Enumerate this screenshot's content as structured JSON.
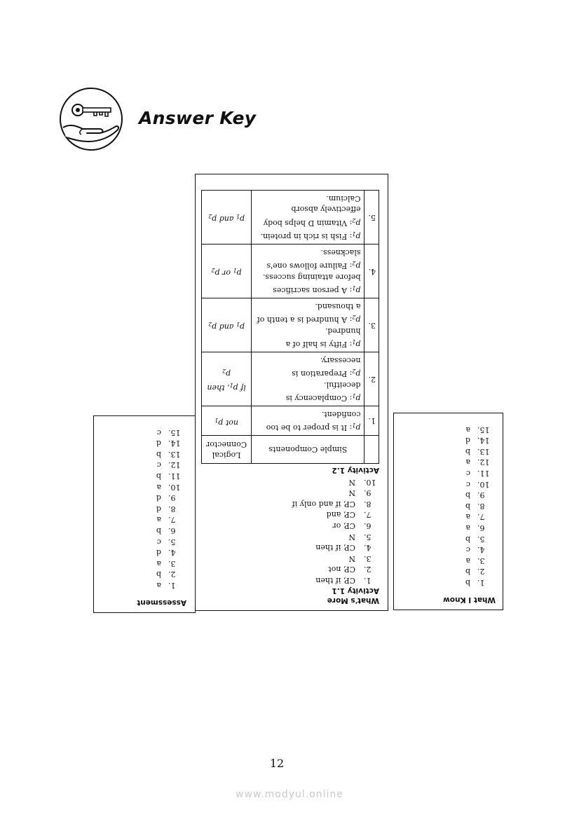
{
  "header": {
    "title": "Answer Key",
    "logo_icon": "key-in-hand-icon"
  },
  "page_number": "12",
  "footer": "www.modyul.online",
  "what_i_know": {
    "title": "What I Know",
    "answers": [
      {
        "n": "1.",
        "v": "b"
      },
      {
        "n": "2.",
        "v": "b"
      },
      {
        "n": "3.",
        "v": "a"
      },
      {
        "n": "4.",
        "v": "c"
      },
      {
        "n": "5.",
        "v": "b"
      },
      {
        "n": "6.",
        "v": "a"
      },
      {
        "n": "7.",
        "v": "a"
      },
      {
        "n": "8.",
        "v": "b"
      },
      {
        "n": "9.",
        "v": "b"
      },
      {
        "n": "10.",
        "v": "c"
      },
      {
        "n": "11.",
        "v": "c"
      },
      {
        "n": "12.",
        "v": "a"
      },
      {
        "n": "13.",
        "v": "b"
      },
      {
        "n": "14.",
        "v": "d"
      },
      {
        "n": "15.",
        "v": "a"
      }
    ]
  },
  "assessment": {
    "title": "Assessment",
    "answers": [
      {
        "n": "1.",
        "v": "a"
      },
      {
        "n": "2.",
        "v": "b"
      },
      {
        "n": "3.",
        "v": "a"
      },
      {
        "n": "4.",
        "v": "d"
      },
      {
        "n": "5.",
        "v": "c"
      },
      {
        "n": "6.",
        "v": "b"
      },
      {
        "n": "7.",
        "v": "a"
      },
      {
        "n": "8.",
        "v": "d"
      },
      {
        "n": "9.",
        "v": "d"
      },
      {
        "n": "10.",
        "v": "a"
      },
      {
        "n": "11.",
        "v": "b"
      },
      {
        "n": "12.",
        "v": "c"
      },
      {
        "n": "13.",
        "v": "b"
      },
      {
        "n": "14.",
        "v": "d"
      },
      {
        "n": "15.",
        "v": "c"
      }
    ]
  },
  "whats_more": {
    "title": "What's More",
    "activity1": {
      "title": "Activity 1.1",
      "answers": [
        {
          "n": "1.",
          "v": "CP, if then"
        },
        {
          "n": "2.",
          "v": "CP, not"
        },
        {
          "n": "3.",
          "v": "N"
        },
        {
          "n": "4.",
          "v": "CP, if then"
        },
        {
          "n": "5.",
          "v": "N"
        },
        {
          "n": "6.",
          "v": "CP, or"
        },
        {
          "n": "7.",
          "v": "CP, and"
        },
        {
          "n": "8.",
          "v": "CP, if and only if"
        },
        {
          "n": "9.",
          "v": "N"
        },
        {
          "n": "10.",
          "v": "N"
        }
      ]
    },
    "activity2": {
      "title": "Activity 1.2",
      "col_components": "Simple Components",
      "col_connector": "Logical Connector",
      "rows": [
        {
          "n": "1.",
          "p1": "It is proper to be too confident.",
          "p2": "",
          "connector": "not p1"
        },
        {
          "n": "2.",
          "p1": "Complacency is deceitful.",
          "p2": "Preparation is necessary.",
          "connector": "if p1, then p2"
        },
        {
          "n": "3.",
          "p1": "Fifty is half of a hundred.",
          "p2": "A hundred is a tenth of a thousand.",
          "connector": "p1 and p2"
        },
        {
          "n": "4.",
          "p1": "A person sacrifices before attaining success.",
          "p2": "Failure follows one's slackness.",
          "connector": "p1 or p2"
        },
        {
          "n": "5.",
          "p1": "Fish is rich in protein.",
          "p2": "Vitamin D helps body effectively absorb Calcium.",
          "connector": "p1 and p2"
        }
      ]
    }
  }
}
